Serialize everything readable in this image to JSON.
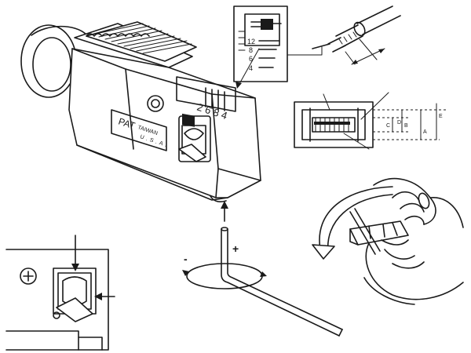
{
  "label_plate": {
    "line1": "PAT",
    "line2": "TAIWAN",
    "line3": "U.S.A."
  },
  "dial_numbers": "2 6 8 4",
  "detail_scale": [
    "12",
    "8",
    "6",
    "4"
  ],
  "dimension_letters": [
    "C",
    "D",
    "B",
    "A",
    "E"
  ],
  "rotation_signs": {
    "minus": "-",
    "plus": "+"
  },
  "colors": {
    "ink": "#1a1a1a",
    "paper": "#ffffff"
  }
}
